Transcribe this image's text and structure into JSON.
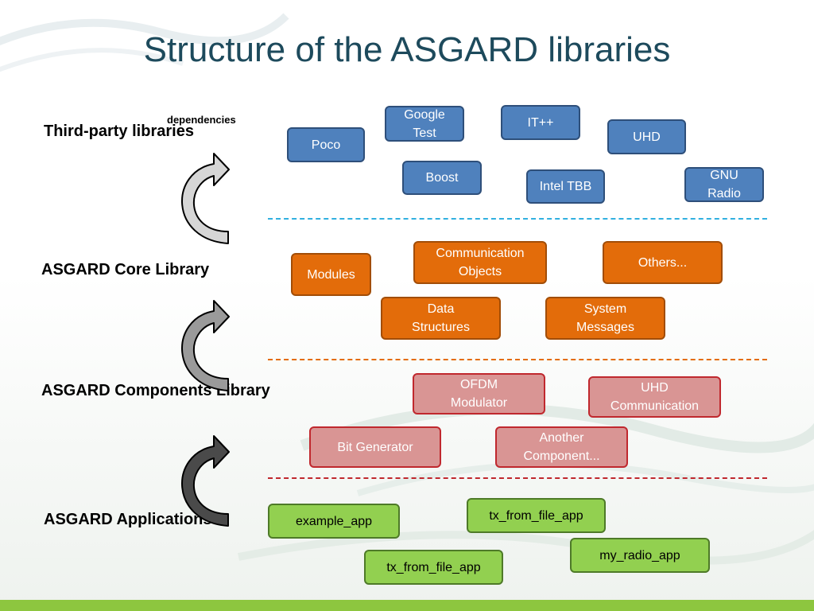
{
  "title": "Structure of the ASGARD libraries",
  "dependencies_label": "dependencies",
  "layers": {
    "third_party": "Third-party\nlibraries",
    "core": "ASGARD Core\nLibrary",
    "components": "ASGARD\nComponents\nLibrary",
    "applications": "ASGARD\nApplications"
  },
  "third_party_libraries": [
    "Poco",
    "Google\nTest",
    "IT++",
    "UHD",
    "Boost",
    "Intel TBB",
    "GNU\nRadio"
  ],
  "core_modules": [
    "Modules",
    "Communication\nObjects",
    "Others...",
    "Data\nStructures",
    "System\nMessages"
  ],
  "components": [
    "OFDM\nModulator",
    "UHD\nCommunication",
    "Bit Generator",
    "Another\nComponent..."
  ],
  "applications": [
    "example_app",
    "tx_from_file_app",
    "my_radio_app",
    "tx_from_file_app"
  ],
  "colors": {
    "third_party": "#4f81bd",
    "core": "#e36c0a",
    "components": "#d99594",
    "applications": "#92d050",
    "title": "#1d4a5c",
    "footer_bar": "#8dc63f"
  }
}
